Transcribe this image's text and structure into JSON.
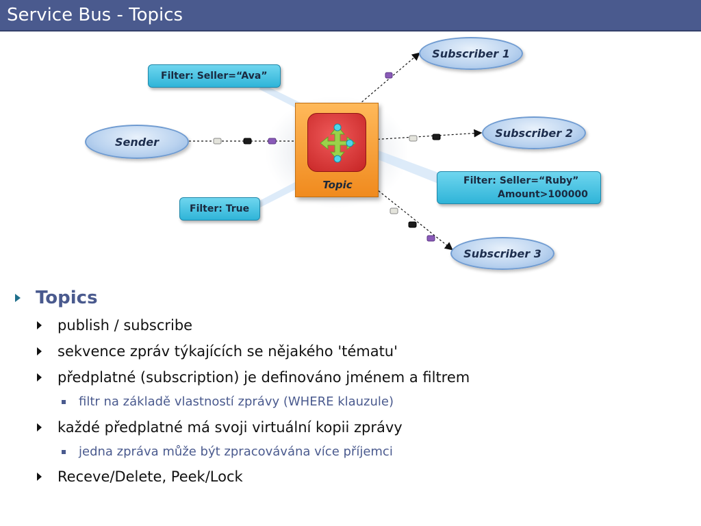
{
  "slide": {
    "title": "Service Bus - Topics"
  },
  "diagram": {
    "sender": "Sender",
    "topic": "Topic",
    "subscribers": [
      "Subscriber 1",
      "Subscriber 2",
      "Subscriber 3"
    ],
    "filters": {
      "ava": "Filter: Seller=“Ava”",
      "ruby_line1": "Filter: Seller=“Ruby”",
      "ruby_line2": "Amount>100000",
      "true": "Filter: True"
    }
  },
  "bullets": {
    "heading": "Topics",
    "items": [
      "publish / subscribe",
      "sekvence zpráv týkajících se nějakého 'tématu'",
      "předplatné (subscription) je definováno jménem a filtrem",
      "filtr na základě vlastností zprávy (WHERE klauzule)",
      "každé předplatné má svoji virtuální kopii zprávy",
      "jedna zpráva může být zpracovávána více příjemci",
      "Receve/Delete, Peek/Lock"
    ]
  },
  "colors": {
    "title_bar": "#4a5a8e",
    "heading": "#4a5a8e",
    "bullet_marker": "#1f6f8b",
    "subbullet": "#4a5a8e",
    "topic_orange": "#f08a1e",
    "topic_red": "#c62424",
    "filter_cyan": "#2fb4d8",
    "ellipse_blue": "#b9d2ef"
  }
}
